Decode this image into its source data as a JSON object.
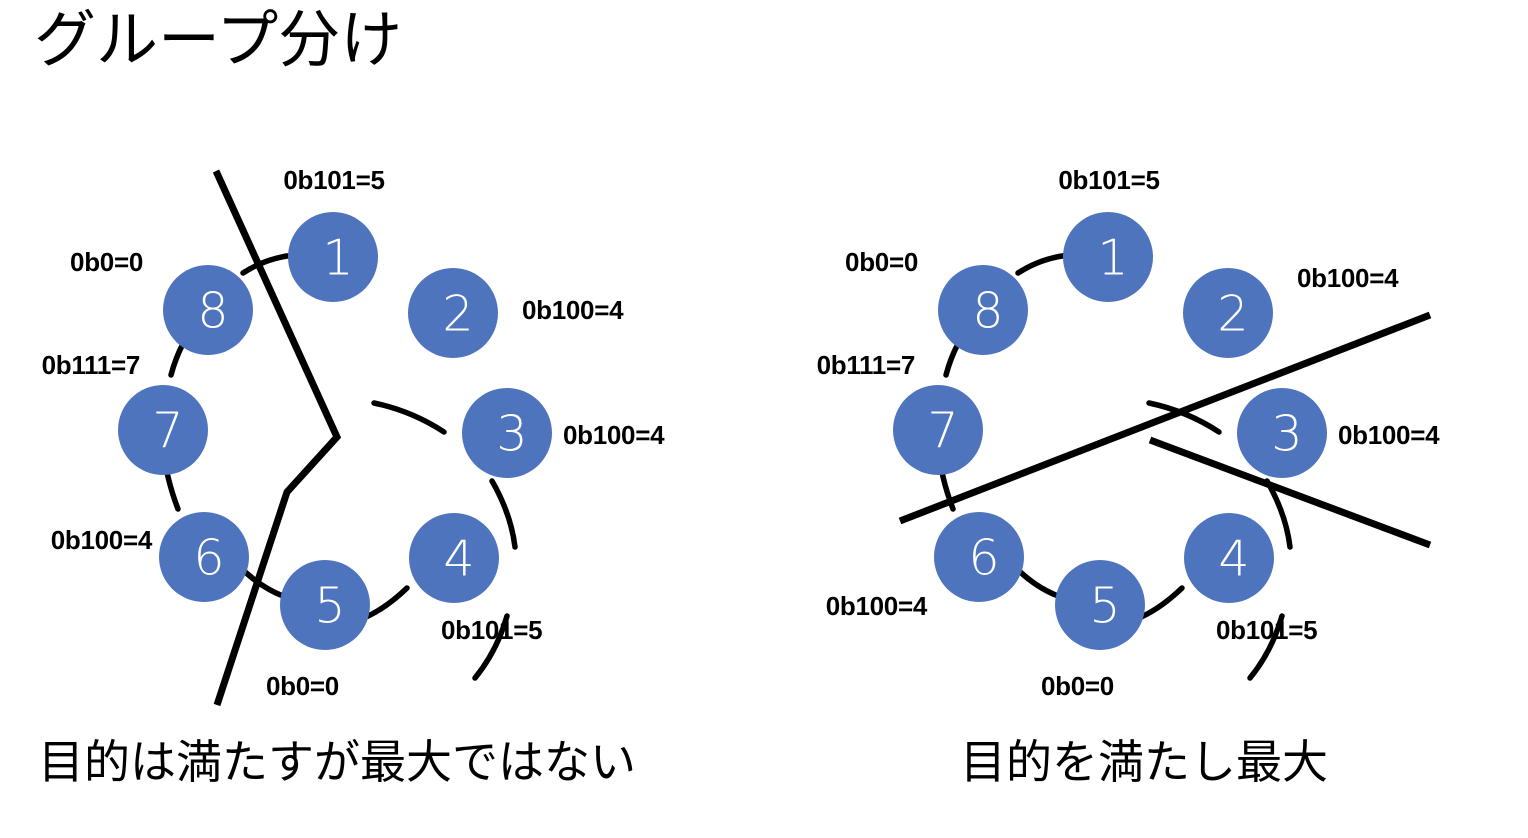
{
  "slide": {
    "title": "グループ分け"
  },
  "diagrams": [
    {
      "id": "left",
      "caption": "目的は満たすが最大ではない",
      "cut_edge_count": 2,
      "cut_type": "single-polyline",
      "nodes": [
        {
          "id": "1",
          "num": "1",
          "label": "0b101=5"
        },
        {
          "id": "2",
          "num": "2",
          "label": "0b100=4"
        },
        {
          "id": "3",
          "num": "3",
          "label": "0b100=4"
        },
        {
          "id": "4",
          "num": "4",
          "label": "0b101=5"
        },
        {
          "id": "5",
          "num": "5",
          "label": "0b0=0"
        },
        {
          "id": "6",
          "num": "6",
          "label": "0b100=4"
        },
        {
          "id": "7",
          "num": "7",
          "label": "0b111=7"
        },
        {
          "id": "8",
          "num": "8",
          "label": "0b0=0"
        }
      ]
    },
    {
      "id": "right",
      "caption": "目的を満たし最大",
      "cut_edge_count": 3,
      "cut_type": "two-crossing-lines",
      "nodes": [
        {
          "id": "1",
          "num": "1",
          "label": "0b101=5"
        },
        {
          "id": "2",
          "num": "2",
          "label": "0b100=4"
        },
        {
          "id": "3",
          "num": "3",
          "label": "0b100=4"
        },
        {
          "id": "4",
          "num": "4",
          "label": "0b101=5"
        },
        {
          "id": "5",
          "num": "5",
          "label": "0b0=0"
        },
        {
          "id": "6",
          "num": "6",
          "label": "0b100=4"
        },
        {
          "id": "7",
          "num": "7",
          "label": "0b111=7"
        },
        {
          "id": "8",
          "num": "8",
          "label": "0b0=0"
        }
      ]
    }
  ],
  "colors": {
    "node_fill": "#4F74BE",
    "node_text": "#FFFFFF",
    "edge": "#000000",
    "cut": "#000000",
    "background": "#FFFFFF",
    "text": "#000000"
  }
}
